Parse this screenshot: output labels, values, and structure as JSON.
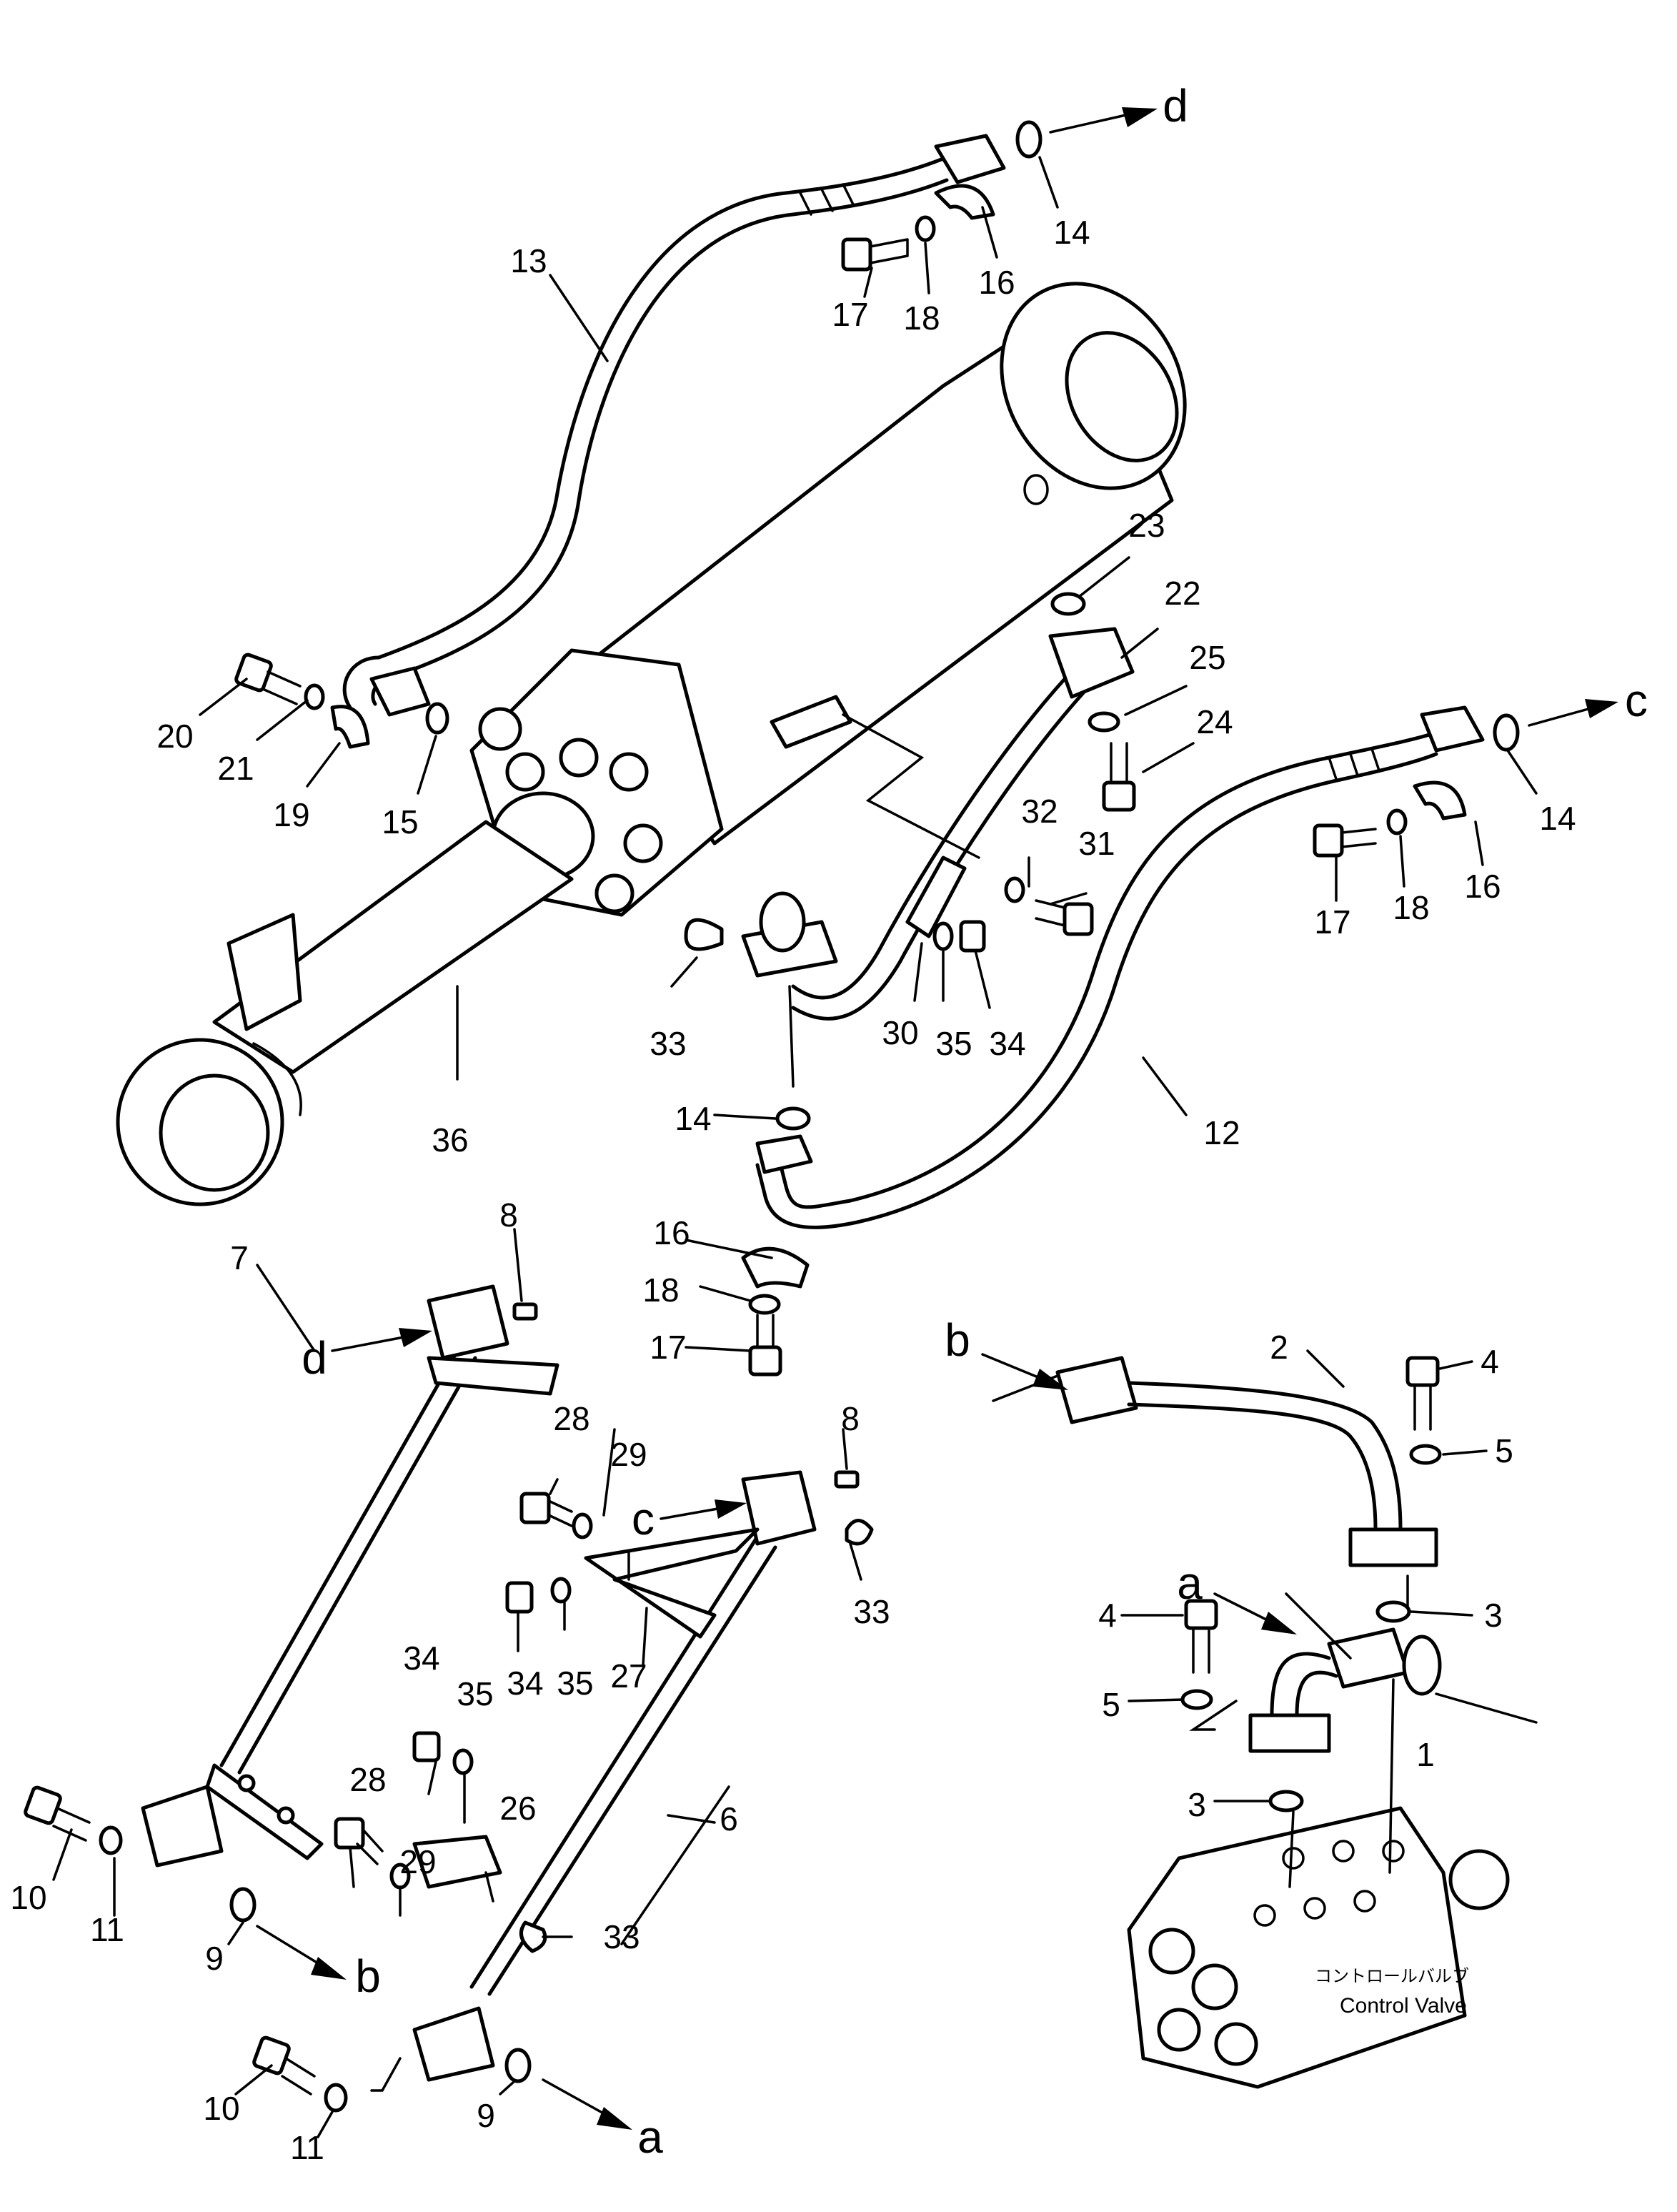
{
  "labels": {
    "p1": "1",
    "p2": "2",
    "p3a": "3",
    "p3b": "3",
    "p4a": "4",
    "p4b": "4",
    "p5a": "5",
    "p5b": "5",
    "p6": "6",
    "p7": "7",
    "p8a": "8",
    "p8b": "8",
    "p9a": "9",
    "p9b": "9",
    "p10a": "10",
    "p10b": "10",
    "p11a": "11",
    "p11b": "11",
    "p12": "12",
    "p13": "13",
    "p14a": "14",
    "p14b": "14",
    "p14c": "14",
    "p15": "15",
    "p16a": "16",
    "p16b": "16",
    "p16c": "16",
    "p17a": "17",
    "p17b": "17",
    "p17c": "17",
    "p18a": "18",
    "p18b": "18",
    "p18c": "18",
    "p19": "19",
    "p20": "20",
    "p21": "21",
    "p22": "22",
    "p23": "23",
    "p24": "24",
    "p25": "25",
    "p26": "26",
    "p27": "27",
    "p28a": "28",
    "p28b": "28",
    "p29a": "29",
    "p29b": "29",
    "p30": "30",
    "p31": "31",
    "p32": "32",
    "p33a": "33",
    "p33b": "33",
    "p33c": "33",
    "p34a": "34",
    "p34b": "34",
    "p34c": "34",
    "p35a": "35",
    "p35b": "35",
    "p35c": "35",
    "p36": "36",
    "conn_d_top": "d",
    "conn_d_left": "d",
    "conn_c_top": "c",
    "conn_c_mid": "c",
    "conn_b_right": "b",
    "conn_b_bottom": "b",
    "conn_a_right": "a",
    "conn_a_bottom": "a"
  },
  "control_valve": {
    "label_jp": "コントロールバルブ",
    "label_en": "Control Valve"
  }
}
